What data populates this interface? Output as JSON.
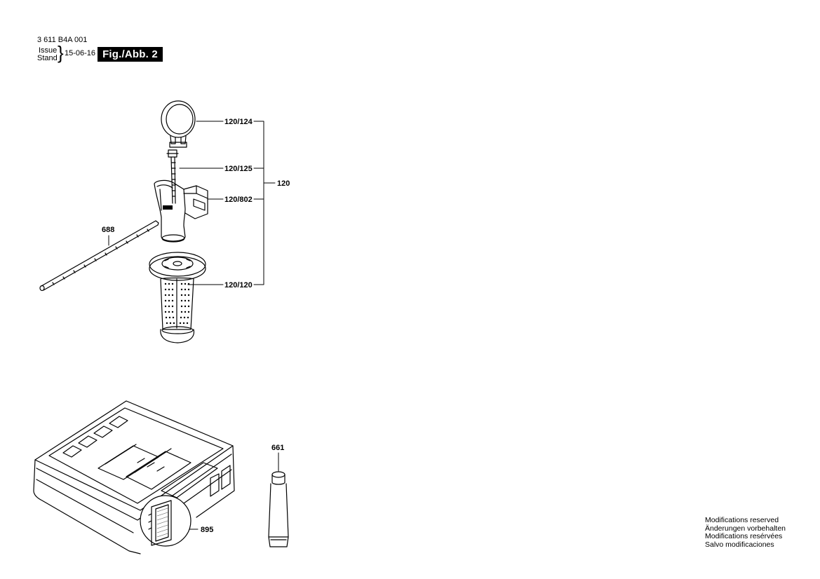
{
  "header": {
    "doc_number": "3 611 B4A 001",
    "issue_label": "Issue",
    "stand_label": "Stand",
    "date": "15-06-16",
    "figure_label": "Fig./Abb. 2"
  },
  "callouts": {
    "strap": "120/124",
    "bolt": "120/125",
    "housing": "120/802",
    "grip": "120/120",
    "assembly": "120",
    "depth_rod": "688",
    "grease_tube": "661",
    "case_insert": "895"
  },
  "footer": {
    "lines": [
      "Modifications reserved",
      "Änderungen vorbehalten",
      "Modifications resérvées",
      "Salvo modificaciones"
    ]
  }
}
